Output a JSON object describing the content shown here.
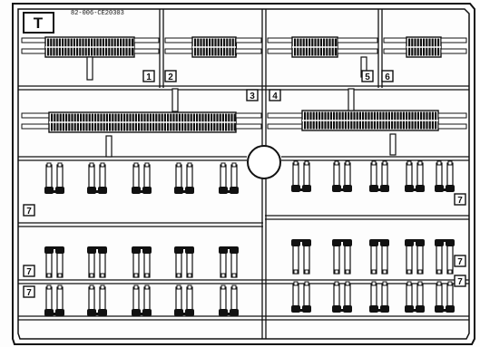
{
  "sprue": {
    "letter": "T",
    "code": "82-006-CE20303",
    "colors": {
      "ink": "#111111",
      "paper": "#fdfdfd"
    },
    "part_numbers": [
      {
        "id": "p1",
        "text": "1"
      },
      {
        "id": "p2",
        "text": "2"
      },
      {
        "id": "p3",
        "text": "3"
      },
      {
        "id": "p4",
        "text": "4"
      },
      {
        "id": "p5",
        "text": "5"
      },
      {
        "id": "p6",
        "text": "6"
      },
      {
        "id": "p7a",
        "text": "7"
      },
      {
        "id": "p7b",
        "text": "7"
      },
      {
        "id": "p7c",
        "text": "7"
      },
      {
        "id": "p7d",
        "text": "7"
      },
      {
        "id": "p7e",
        "text": "7"
      },
      {
        "id": "p7f",
        "text": "7"
      }
    ]
  }
}
